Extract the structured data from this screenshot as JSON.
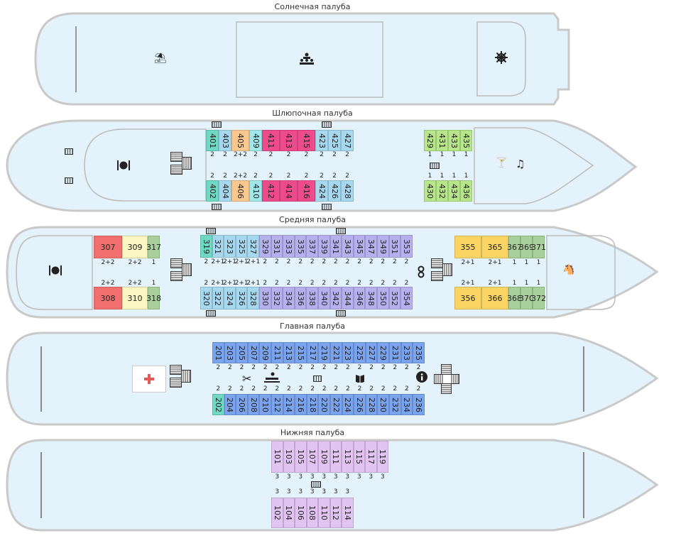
{
  "decks": [
    {
      "key": "sun",
      "title": "Солнечная палуба"
    },
    {
      "key": "boat",
      "title": "Шлюпочная палуба"
    },
    {
      "key": "middle",
      "title": "Средняя палуба"
    },
    {
      "key": "main",
      "title": "Главная палуба"
    },
    {
      "key": "lower",
      "title": "Нижняя палуба"
    }
  ],
  "colors": {
    "hull_fill": "#e4f2fb",
    "hull_stroke": "#c9c9c9",
    "pink": "#ee4b8c",
    "orange": "#f9c88f",
    "teal": "#6fd9c4",
    "light_blue": "#a6d8f0",
    "cyan_light": "#9fe8ec",
    "lime": "#b8e68a",
    "purple": "#b7b0ee",
    "blue": "#7aa4ee",
    "red": "#f16f6f",
    "cream": "#fbf5c2",
    "yellow": "#fad564",
    "green_sage": "#a9cf9b",
    "lavender": "#e2c4f3",
    "med_red": "#e05a5a"
  },
  "icons": [
    "beach-umbrella-icon",
    "group-icon",
    "ship-wheel-icon",
    "restaurant-icon",
    "cocktail-icon",
    "music-notes-icon",
    "rocking-horse-icon",
    "barber-icon",
    "massage-icon",
    "book-icon",
    "info-icon",
    "first-aid-icon",
    "lifebuoy-icon",
    "stairs-icon"
  ],
  "cabins": {
    "boat_top": [
      "401",
      "403",
      "405",
      "409",
      "411",
      "413",
      "415",
      "423",
      "425",
      "427"
    ],
    "boat_top_berths": [
      "2",
      "2",
      "2+2",
      "2",
      "2",
      "2",
      "2",
      "2",
      "2",
      "2"
    ],
    "boat_bottom_berths": [
      "2",
      "2",
      "2+2",
      "2",
      "2",
      "2",
      "2",
      "2",
      "2",
      "2"
    ],
    "boat_bottom": [
      "402",
      "404",
      "406",
      "410",
      "412",
      "414",
      "416",
      "424",
      "426",
      "428"
    ],
    "boat_right_top": [
      "429",
      "431",
      "433",
      "435"
    ],
    "boat_right_top_berths": [
      "1",
      "1",
      "1",
      "1"
    ],
    "boat_right_bottom_berths": [
      "1",
      "1",
      "1",
      "1"
    ],
    "boat_right_bottom": [
      "430",
      "432",
      "434",
      "436"
    ],
    "mid_left_top": [
      "307",
      "309",
      "317"
    ],
    "mid_left_top_berths": [
      "2+2",
      "2+2",
      "1"
    ],
    "mid_left_bottom_berths": [
      "2+2",
      "2+2",
      "1"
    ],
    "mid_left_bottom": [
      "308",
      "310",
      "318"
    ],
    "mid_center_top": [
      "319",
      "321",
      "323",
      "325",
      "327",
      "329",
      "331",
      "333",
      "335",
      "337",
      "339",
      "341",
      "343",
      "345",
      "347",
      "349",
      "351",
      "353"
    ],
    "mid_center_top_berths": [
      "2",
      "2+1",
      "2+1",
      "2+1",
      "2+1",
      "2",
      "2",
      "2",
      "2",
      "2",
      "2",
      "2",
      "2",
      "2",
      "2",
      "2",
      "2",
      "2"
    ],
    "mid_center_bottom_berths": [
      "2",
      "2+1",
      "2+1",
      "2+1",
      "2+1",
      "2",
      "2",
      "2",
      "2",
      "2",
      "2",
      "2",
      "2",
      "2",
      "2",
      "2",
      "2",
      "2"
    ],
    "mid_center_bottom": [
      "320",
      "322",
      "324",
      "326",
      "328",
      "330",
      "332",
      "334",
      "336",
      "338",
      "340",
      "342",
      "344",
      "346",
      "348",
      "350",
      "352",
      "354"
    ],
    "mid_right_top": [
      "355",
      "365",
      "367",
      "369",
      "371"
    ],
    "mid_right_top_berths": [
      "2+1",
      "2+1",
      "1",
      "1",
      "1"
    ],
    "mid_right_bottom_berths": [
      "2+1",
      "2+1",
      "1",
      "1",
      "1"
    ],
    "mid_right_bottom": [
      "356",
      "366",
      "368",
      "370",
      "372"
    ],
    "main_top": [
      "201",
      "203",
      "205",
      "207",
      "209",
      "211",
      "213",
      "215",
      "217",
      "219",
      "221",
      "223",
      "225",
      "227",
      "229",
      "231",
      "233",
      "235"
    ],
    "main_top_berths": [
      "2",
      "2",
      "2",
      "2",
      "2",
      "2",
      "2",
      "2",
      "2",
      "2",
      "2",
      "2",
      "2",
      "2",
      "2",
      "2",
      "2",
      "2"
    ],
    "main_bottom_berths": [
      "2",
      "2",
      "2",
      "2",
      "2",
      "2",
      "2",
      "2",
      "2",
      "2",
      "2",
      "2",
      "2",
      "2",
      "2",
      "2",
      "2",
      "2"
    ],
    "main_bottom": [
      "202",
      "204",
      "206",
      "208",
      "210",
      "212",
      "214",
      "216",
      "218",
      "220",
      "222",
      "224",
      "226",
      "228",
      "230",
      "232",
      "234",
      "236"
    ],
    "lower_top": [
      "101",
      "103",
      "105",
      "107",
      "109",
      "111",
      "113",
      "115",
      "117",
      "119"
    ],
    "lower_top_berths": [
      "3",
      "3",
      "3",
      "3",
      "3",
      "3",
      "3",
      "3",
      "3",
      "3"
    ],
    "lower_bottom_berths": [
      "3",
      "3",
      "3",
      "3",
      "3",
      "3",
      "3"
    ],
    "lower_bottom": [
      "102",
      "104",
      "106",
      "108",
      "110",
      "112",
      "114"
    ]
  }
}
